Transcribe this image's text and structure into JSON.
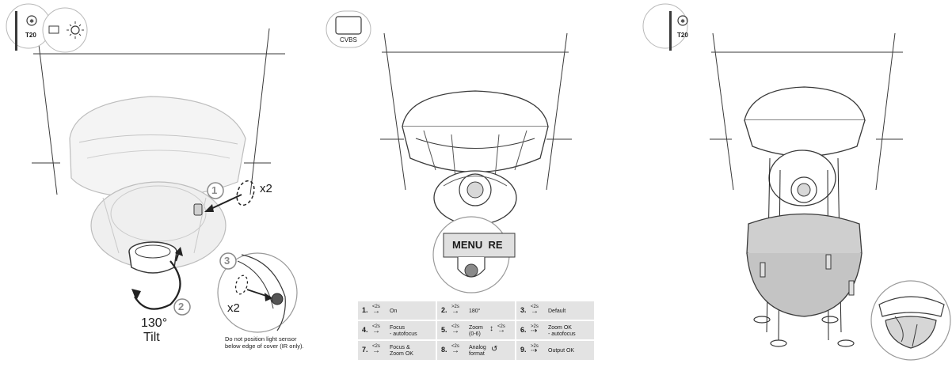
{
  "panel1": {
    "tool_label": "T20",
    "steps": {
      "one": "1",
      "two": "2",
      "three": "3"
    },
    "x2_a": "x2",
    "x2_b": "x2",
    "tilt_angle": "130°",
    "tilt_word": "Tilt",
    "note": "Do not position light sensor below edge of cover (IR only)."
  },
  "panel2": {
    "connector_label": "CVBS",
    "menu_text": "MENU  RE",
    "table": [
      {
        "num": "1.",
        "time": "<2s",
        "arrow": "→",
        "label": "On"
      },
      {
        "num": "2.",
        "time": ">2s",
        "arrow": "→",
        "label": "180°"
      },
      {
        "num": "3.",
        "time": "<2s",
        "arrow": "→",
        "label": "Default"
      },
      {
        "num": "4.",
        "time": "<2s",
        "arrow": "→",
        "label": "Focus\n- autofocus"
      },
      {
        "num": "5.",
        "time": "<2s",
        "arrow": "→",
        "label": "Zoom\n(0-6)",
        "time2": "<2s"
      },
      {
        "num": "6.",
        "time": ">2s",
        "arrow": "⇢",
        "label": "Zoom OK\n- autofocus"
      },
      {
        "num": "7.",
        "time": "<2s",
        "arrow": "→",
        "label": "Focus &\nZoom OK"
      },
      {
        "num": "8.",
        "time": "<2s",
        "arrow": "→",
        "label": "Analog\nformat"
      },
      {
        "num": "9.",
        "time": ">2s",
        "arrow": "⇢",
        "label": "Output OK"
      }
    ]
  },
  "panel3": {
    "tool_label": "T20"
  },
  "colors": {
    "line": "#3a3a3a",
    "faded": "#9a9a9a",
    "table_bg": "#e3e3e3",
    "dome": "#c9c9c9"
  }
}
